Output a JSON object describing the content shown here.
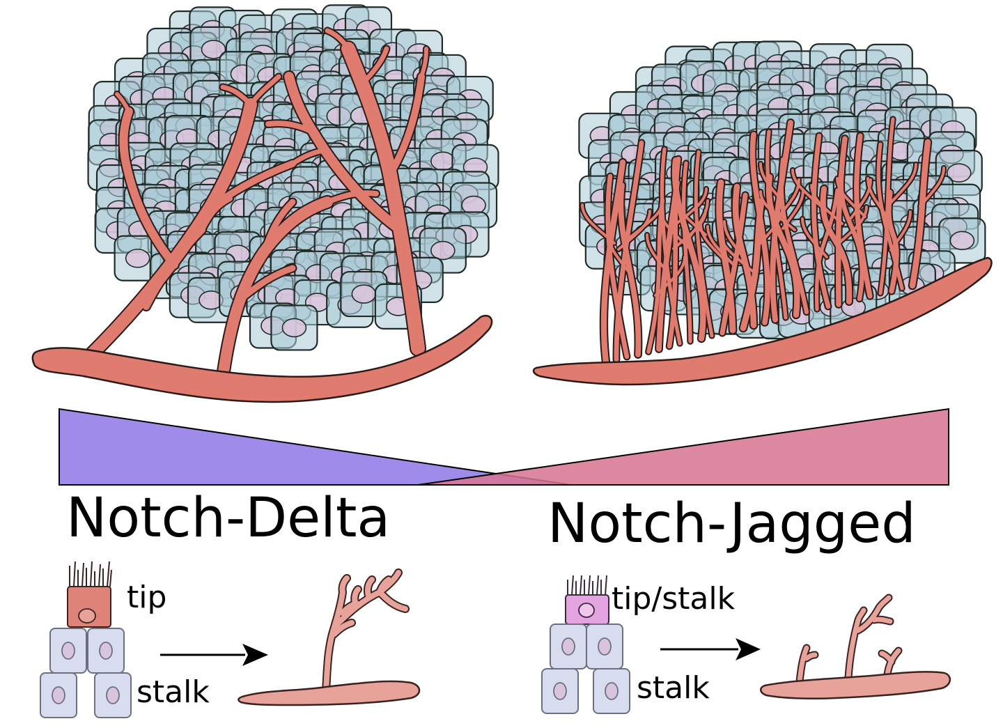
{
  "labels": {
    "left_title": "Notch-Delta",
    "right_title": "Notch-Jagged",
    "left_tip": "tip",
    "left_stalk": "stalk",
    "right_tip": "tip/stalk",
    "right_stalk": "stalk"
  },
  "colors": {
    "delta_wedge": "#8e78e6",
    "jagged_wedge": "#d77391",
    "vessel": "#df7b6f",
    "tumor_cell": "#a9cad6",
    "nucleus": "#dcc4dc",
    "tip_cell": "#df8378",
    "hybrid_cell": "#e3a4df",
    "stalk_cell": "#d8dcef"
  }
}
